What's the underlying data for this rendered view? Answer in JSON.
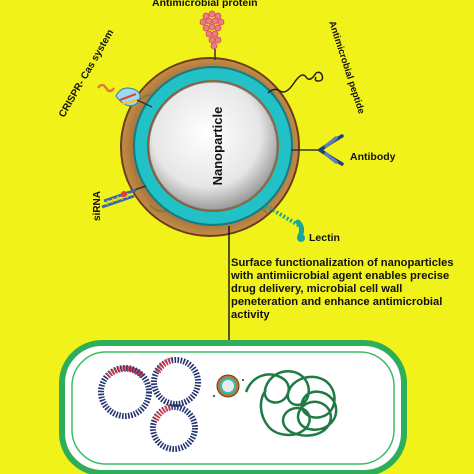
{
  "labels": {
    "antimicrobial_protein": "Antimicrobial protein",
    "antimicrobial_peptide": "Antimicrobial peptide",
    "crispr_cas": "CRISPR- Cas system",
    "antibody": "Antibody",
    "sirna": "siRNA",
    "lectin": "Lectin",
    "nanoparticle": "Nanoparticle"
  },
  "caption": "Surface functionalization of nanoparticles with antimiicrobial agent enables precise drug delivery, microbial cell wall peneteration and enhance antimicrobial activity",
  "colors": {
    "background": "#f1f21a",
    "shell_brown": "#b47a3c",
    "shell_teal": "#22c1c8",
    "core_grey": "#e3e3e3",
    "cell_green": "#2fae5a",
    "cell_fill": "#ffffff"
  }
}
